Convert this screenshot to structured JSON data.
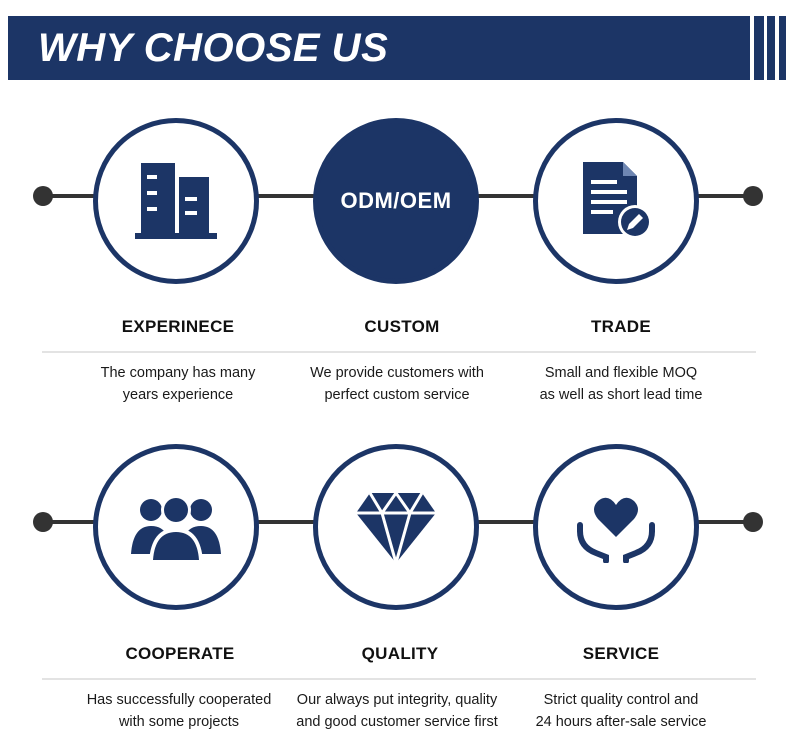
{
  "header": {
    "title": "WHY CHOOSE US"
  },
  "colors": {
    "brand": "#1c3566",
    "connector": "#333333",
    "divider": "#e3e3e3"
  },
  "features": [
    {
      "icon": "building-icon",
      "circle_text": "",
      "title": "EXPERINECE",
      "desc": [
        "The company has many",
        "years experience"
      ]
    },
    {
      "icon": "",
      "circle_text": "ODM/OEM",
      "title": "CUSTOM",
      "desc": [
        "We provide customers with",
        "perfect custom service"
      ]
    },
    {
      "icon": "document-edit-icon",
      "circle_text": "",
      "title": "TRADE",
      "desc": [
        "Small and flexible MOQ",
        "as well as short lead time"
      ]
    },
    {
      "icon": "people-group-icon",
      "circle_text": "",
      "title": "COOPERATE",
      "desc": [
        "Has successfully cooperated",
        "with some projects"
      ]
    },
    {
      "icon": "diamond-icon",
      "circle_text": "",
      "title": "QUALITY",
      "desc": [
        "Our always put integrity, quality",
        "and good customer service first"
      ]
    },
    {
      "icon": "heart-hands-icon",
      "circle_text": "",
      "title": "SERVICE",
      "desc": [
        "Strict quality control and",
        "24 hours after-sale service"
      ]
    }
  ]
}
